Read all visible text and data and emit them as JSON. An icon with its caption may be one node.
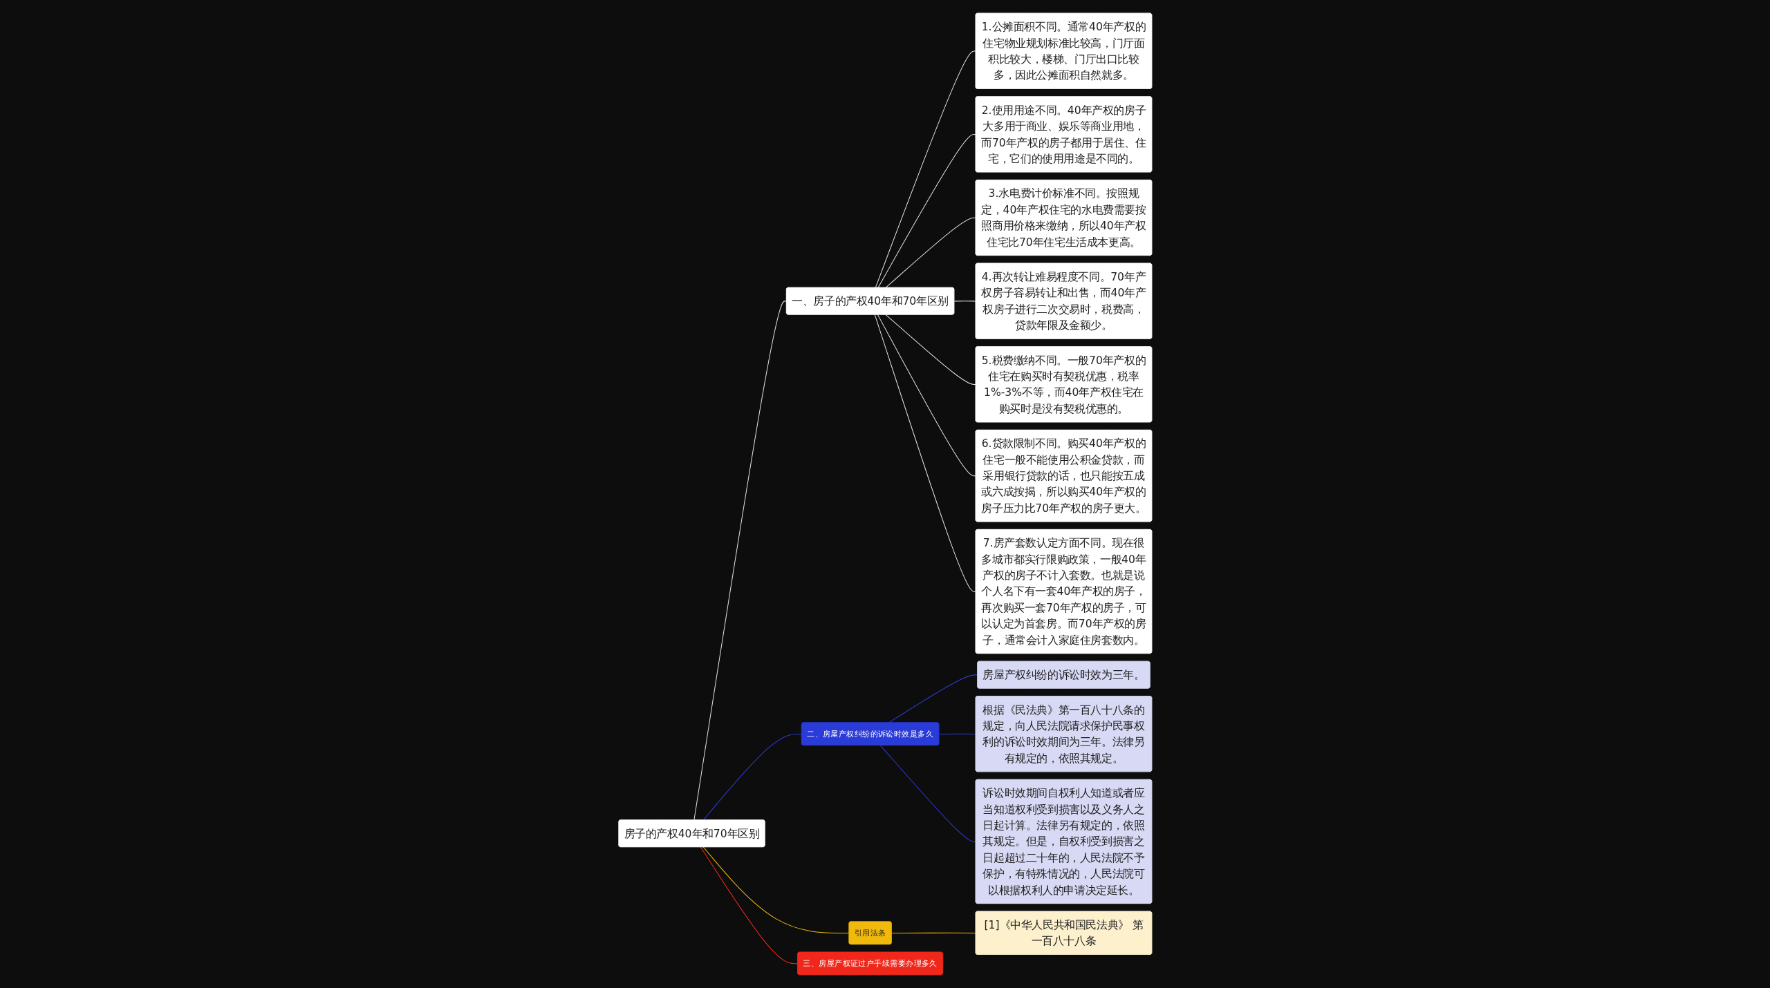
{
  "diagram": {
    "nodes": [
      {
        "text": [
          "房子的产权40年和70年区别"
        ]
      },
      {
        "text": [
          "一、房子的产权40年和70年区别"
        ]
      },
      {
        "text": [
          "1.公摊面积不同。通常40年产权的住宅物业规划标准比较高，门厅面积比较大，楼梯、门厅出口比较多，因此公摊面积自然就多。"
        ]
      },
      {
        "text": [
          "2.使用用途不同。40年产权的房子大多用于商业、娱乐等商业用地，而70年产权的房子都用于居住、住宅，它们的使用用途是不同的。"
        ]
      },
      {
        "text": [
          "3.水电费计价标准不同。按照规定，40年产权住宅的水电费需要按照商用价格来缴纳，所以40年产权住宅比70年住宅生活成本更高。"
        ]
      },
      {
        "text": [
          "4.再次转让难易程度不同。70年产权房子容易转让和出售，而40年产权房子进行二次交易时，税费高，贷款年限及金额少。"
        ]
      },
      {
        "text": [
          "5.税费缴纳不同。一般70年产权的住宅在购买时有契税优惠，税率1%-3%不等，而40年产权住宅在购买时是没有契税优惠的。"
        ]
      },
      {
        "text": [
          "6.贷款限制不同。购买40年产权的住宅一般不能使用公积金贷款，而采用银行贷款的话，也只能按五成或六成按揭，所以购买40年产权的房子压力比70年产权的房子更大。"
        ]
      },
      {
        "text": [
          "7.房产套数认定方面不同。现在很多城市都实行限购政策，一般40年产权的房子不计入套数。也就是说个人名下有一套40年产权的房子，再次购买一套70年产权的房子，可以认定为首套房。而70年产权的房子，通常会计入家庭住房套数内。"
        ]
      },
      {
        "text": [
          "二、房屋产权纠纷的诉讼时效是多久"
        ]
      },
      {
        "text": [
          "房屋产权纠纷的诉讼时效为三年。"
        ]
      },
      {
        "text": [
          "根据《民法典》第一百八十八条的规定，向人民法院请求保护民事权利的诉讼时效期间为三年。法律另有规定的，依照其规定。"
        ]
      },
      {
        "text": [
          "诉讼时效期间自权利人知道或者应当知道权利受到损害以及义务人之日起计算。法律另有规定的，依照其规定。但是，自权利受到损害之日起超过二十年的，人民法院不予保护，有特殊情况的，人民法院可以根据权利人的申请决定延长。"
        ]
      },
      {
        "text": [
          "引用法条"
        ]
      },
      {
        "text": [
          "[1]《中华人民共和国民法典》 第一百八十八条"
        ]
      },
      {
        "text": [
          "三、房屋产权证过户手续需要办理多久"
        ]
      }
    ],
    "edges": [
      {
        "from": 0,
        "to": 1,
        "arrow": "none"
      },
      {
        "from": 1,
        "to": 2,
        "arrow": "none"
      },
      {
        "from": 1,
        "to": 3,
        "arrow": "none"
      },
      {
        "from": 1,
        "to": 4,
        "arrow": "none"
      },
      {
        "from": 1,
        "to": 5,
        "arrow": "none"
      },
      {
        "from": 1,
        "to": 6,
        "arrow": "none"
      },
      {
        "from": 1,
        "to": 7,
        "arrow": "none"
      },
      {
        "from": 1,
        "to": 8,
        "arrow": "none"
      },
      {
        "from": 0,
        "to": 9,
        "arrow": "none",
        "color": "#2a3bd8"
      },
      {
        "from": 9,
        "to": 10,
        "arrow": "none",
        "color": "#2a3bd8"
      },
      {
        "from": 9,
        "to": 11,
        "arrow": "none",
        "color": "#2a3bd8"
      },
      {
        "from": 9,
        "to": 12,
        "arrow": "none",
        "color": "#2a3bd8"
      },
      {
        "from": 0,
        "to": 13,
        "arrow": "none",
        "color": "#f0b90b"
      },
      {
        "from": 13,
        "to": 14,
        "arrow": "none",
        "color": "#f0b90b"
      },
      {
        "from": 0,
        "to": 15,
        "arrow": "none",
        "color": "#f0281c"
      }
    ]
  }
}
